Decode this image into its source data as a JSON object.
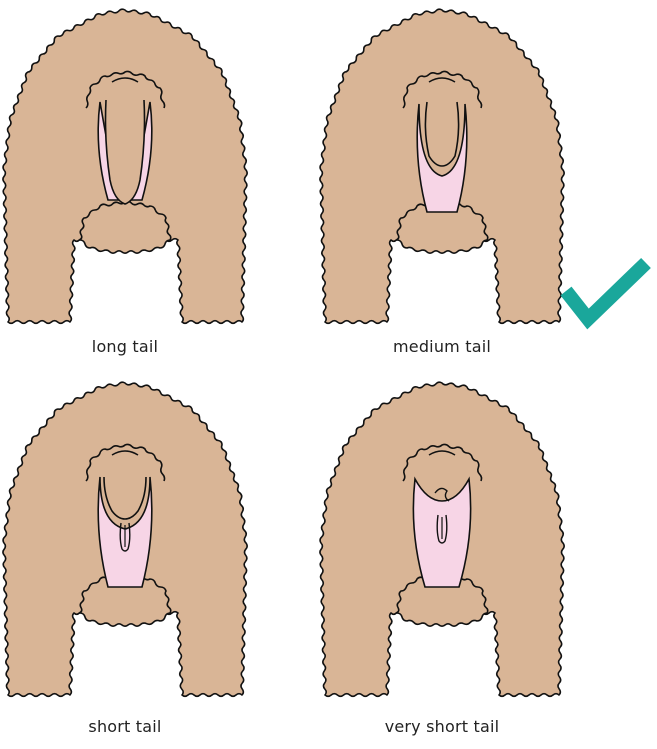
{
  "colors": {
    "fleece": "#d9b596",
    "skin": "#f7d5e6",
    "outline": "#111111",
    "check": "#1aa79b"
  },
  "panels": [
    {
      "label": "long tail",
      "tail": "long",
      "selected": false
    },
    {
      "label": "medium tail",
      "tail": "medium",
      "selected": true
    },
    {
      "label": "short tail",
      "tail": "short",
      "selected": false
    },
    {
      "label": "very short tail",
      "tail": "very-short",
      "selected": false
    }
  ],
  "icons": {
    "check": "checkmark-icon"
  }
}
